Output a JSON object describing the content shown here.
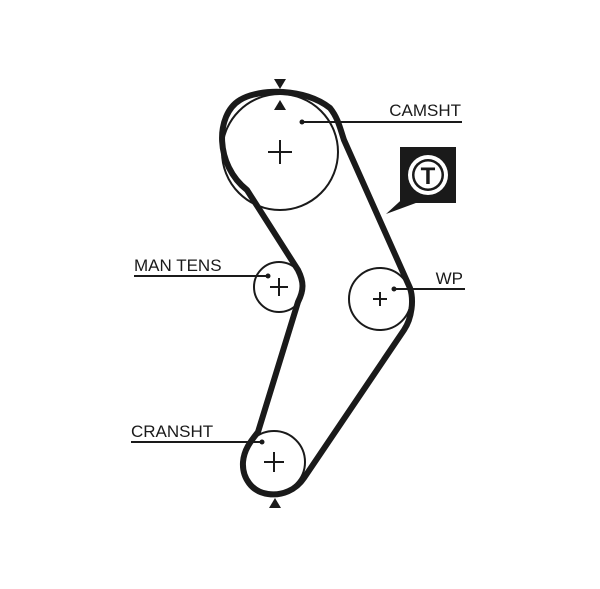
{
  "labels": {
    "camshaft": "CAMSHT",
    "tensioner": "MAN TENS",
    "water_pump": "WP",
    "crankshaft": "CRANSHT"
  },
  "tensioner_badge": {
    "letter": "T"
  },
  "colors": {
    "belt": "#1a1a1a",
    "background": "#ffffff"
  }
}
